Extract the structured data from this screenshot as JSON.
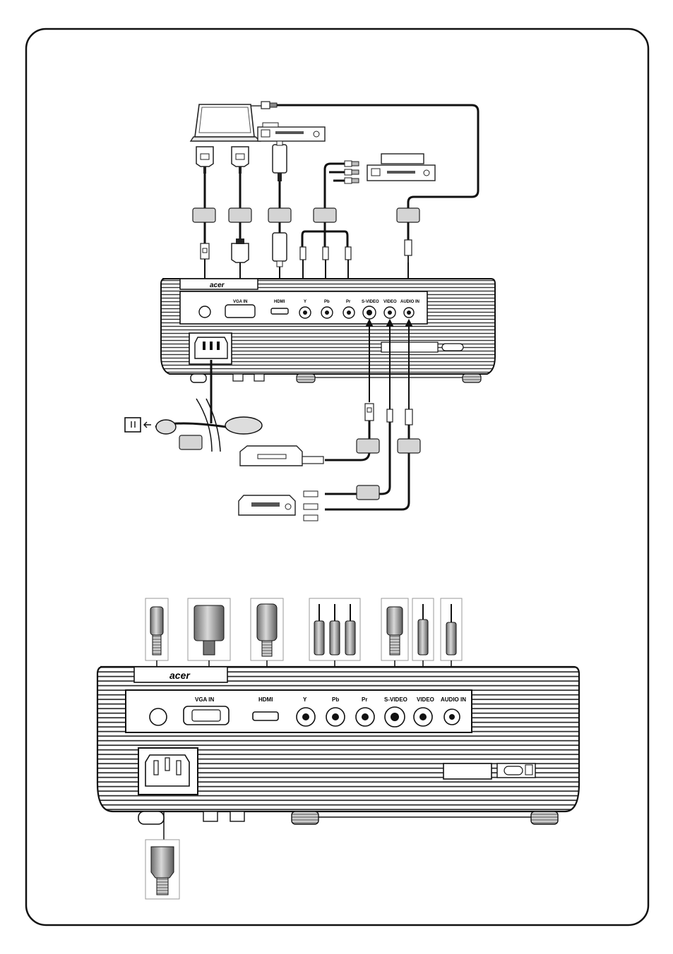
{
  "brand": "acer",
  "top_panel_labels": [
    "VGA IN",
    "HDMI",
    "Y",
    "Pb",
    "Pr",
    "S-VIDEO",
    "VIDEO",
    "AUDIO IN"
  ],
  "bottom_panel_labels": [
    "VGA IN",
    "HDMI",
    "Y",
    "Pb",
    "Pr",
    "S-VIDEO",
    "VIDEO",
    "AUDIO IN"
  ],
  "cable_tags": [
    "",
    "",
    "",
    "",
    "",
    "",
    "",
    "",
    "",
    ""
  ],
  "connector_icons": [
    "mini-din-plug-icon",
    "vga-plug-icon",
    "hdmi-plug-icon",
    "rca-plug-icon",
    "svideo-plug-icon",
    "rca-plug-icon",
    "audio-jack-plug-icon",
    "power-cord-plug-icon"
  ],
  "devices": [
    "laptop-icon",
    "dvd-player-icon",
    "vcr-icon",
    "av-receiver-icon",
    "wall-socket-icon"
  ]
}
